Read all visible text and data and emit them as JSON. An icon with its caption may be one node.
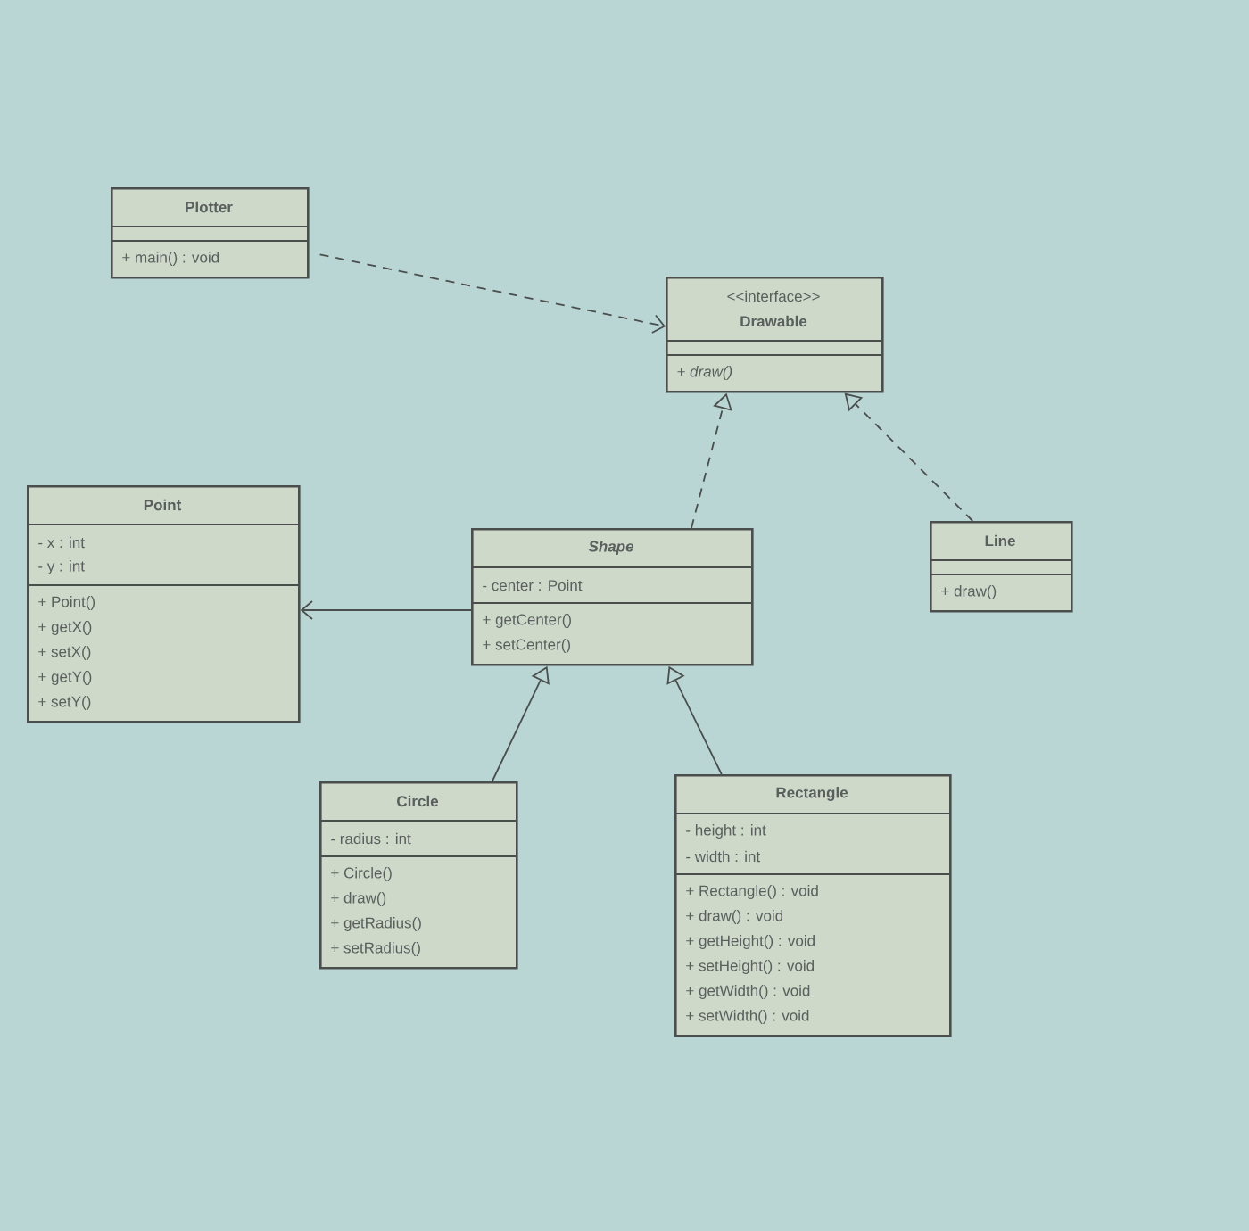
{
  "diagram": {
    "nodes": [
      {
        "text": [
          "Plotter",
          "+ main() : void"
        ]
      },
      {
        "text": [
          "<<interface>>",
          "Drawable",
          "+ draw()"
        ]
      },
      {
        "text": [
          "Point",
          "- x : int",
          "- y : int",
          "+ Point()",
          "+ getX()",
          "+ setX()",
          "+ getY()",
          "+ setY()"
        ]
      },
      {
        "text": [
          "Shape",
          "- center : Point",
          "+ getCenter()",
          "+ setCenter()"
        ]
      },
      {
        "text": [
          "Line",
          "+ draw()"
        ]
      },
      {
        "text": [
          "Circle",
          "- radius : int",
          "+ Circle()",
          "+ draw()",
          "+ getRadius()",
          "+ setRadius()"
        ]
      },
      {
        "text": [
          "Rectangle",
          "- height : int",
          "- width : int",
          "+ Rectangle() : void",
          "+ draw() : void",
          "+ getHeight() : void",
          "+ setHeight() : void",
          "+ getWidth() : void",
          "+ setWidth() : void"
        ]
      }
    ],
    "edges": [
      {
        "from": 0,
        "to": 1,
        "arrow": "to",
        "style": "dashed"
      },
      {
        "from": 3,
        "to": 1,
        "arrow": "to",
        "style": "dashed"
      },
      {
        "from": 4,
        "to": 1,
        "arrow": "to",
        "style": "dashed"
      },
      {
        "from": 3,
        "to": 2,
        "arrow": "to"
      },
      {
        "from": 5,
        "to": 3,
        "arrow": "to"
      },
      {
        "from": 6,
        "to": 3,
        "arrow": "to"
      }
    ]
  }
}
